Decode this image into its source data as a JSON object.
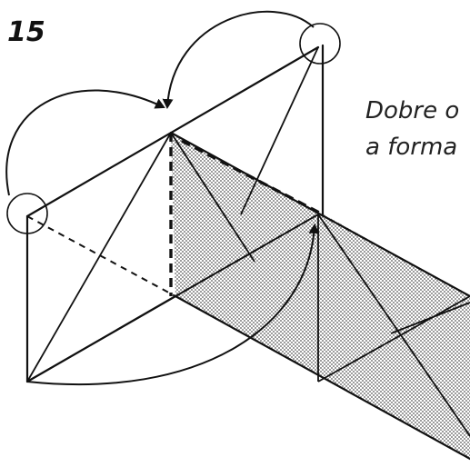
{
  "step": {
    "number": "15"
  },
  "instruction": {
    "line1": "Dobre o",
    "line2": "a forma"
  },
  "colors": {
    "ink": "#111111",
    "paper": "#ffffff",
    "shading": "#9a9a9a"
  }
}
